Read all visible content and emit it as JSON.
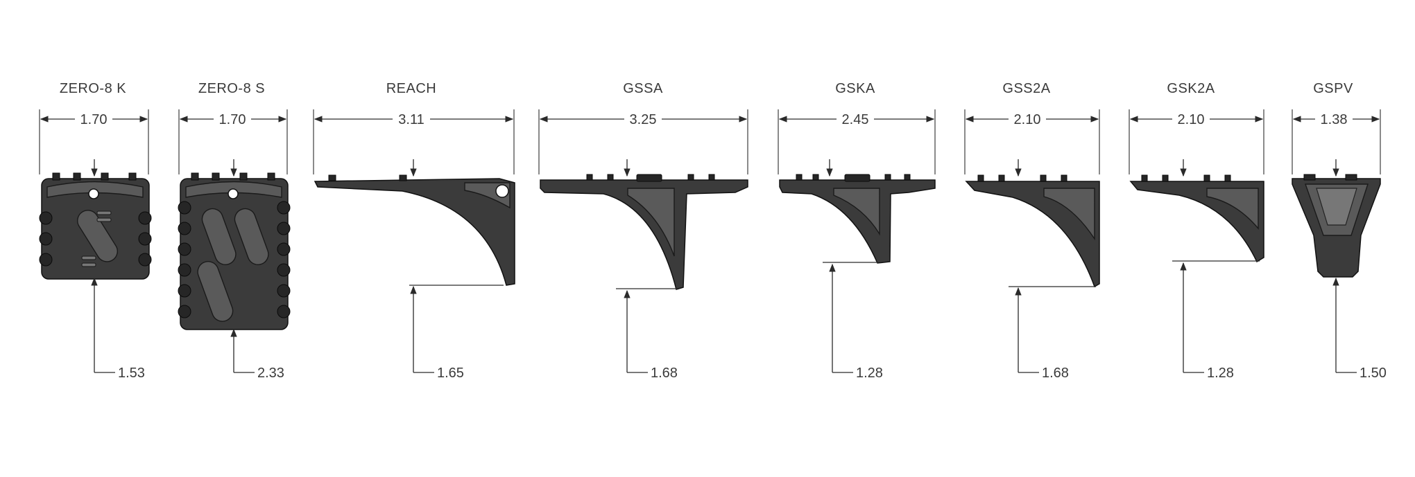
{
  "parts": [
    {
      "id": "zero8k",
      "name": "ZERO-8 K",
      "width": "1.70",
      "height": "1.53"
    },
    {
      "id": "zero8s",
      "name": "ZERO-8 S",
      "width": "1.70",
      "height": "2.33"
    },
    {
      "id": "reach",
      "name": "REACH",
      "width": "3.11",
      "height": "1.65"
    },
    {
      "id": "gssa",
      "name": "GSSA",
      "width": "3.25",
      "height": "1.68"
    },
    {
      "id": "gska",
      "name": "GSKA",
      "width": "2.45",
      "height": "1.28"
    },
    {
      "id": "gss2a",
      "name": "GSS2A",
      "width": "2.10",
      "height": "1.68"
    },
    {
      "id": "gsk2a",
      "name": "GSK2A",
      "width": "2.10",
      "height": "1.28"
    },
    {
      "id": "gspv",
      "name": "GSPV",
      "width": "1.38",
      "height": "1.50"
    }
  ],
  "colors": {
    "part_fill": "#3b3b3b",
    "line": "#2a2a2a",
    "text": "#3a3a3a",
    "background": "#ffffff"
  }
}
